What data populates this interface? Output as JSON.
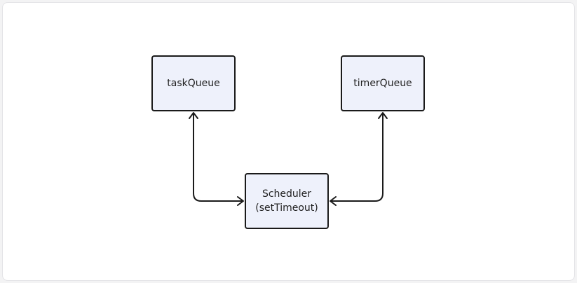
{
  "nodes": {
    "task_queue": {
      "label": "taskQueue"
    },
    "timer_queue": {
      "label": "timerQueue"
    },
    "scheduler": {
      "line1": "Scheduler",
      "line2": "(setTimeout)"
    }
  },
  "colors": {
    "node_fill": "#eef1fb",
    "node_stroke": "#1a1a1a",
    "arrow": "#1a1a1a",
    "page_background": "#f3f3f4",
    "card_background": "#ffffff"
  }
}
